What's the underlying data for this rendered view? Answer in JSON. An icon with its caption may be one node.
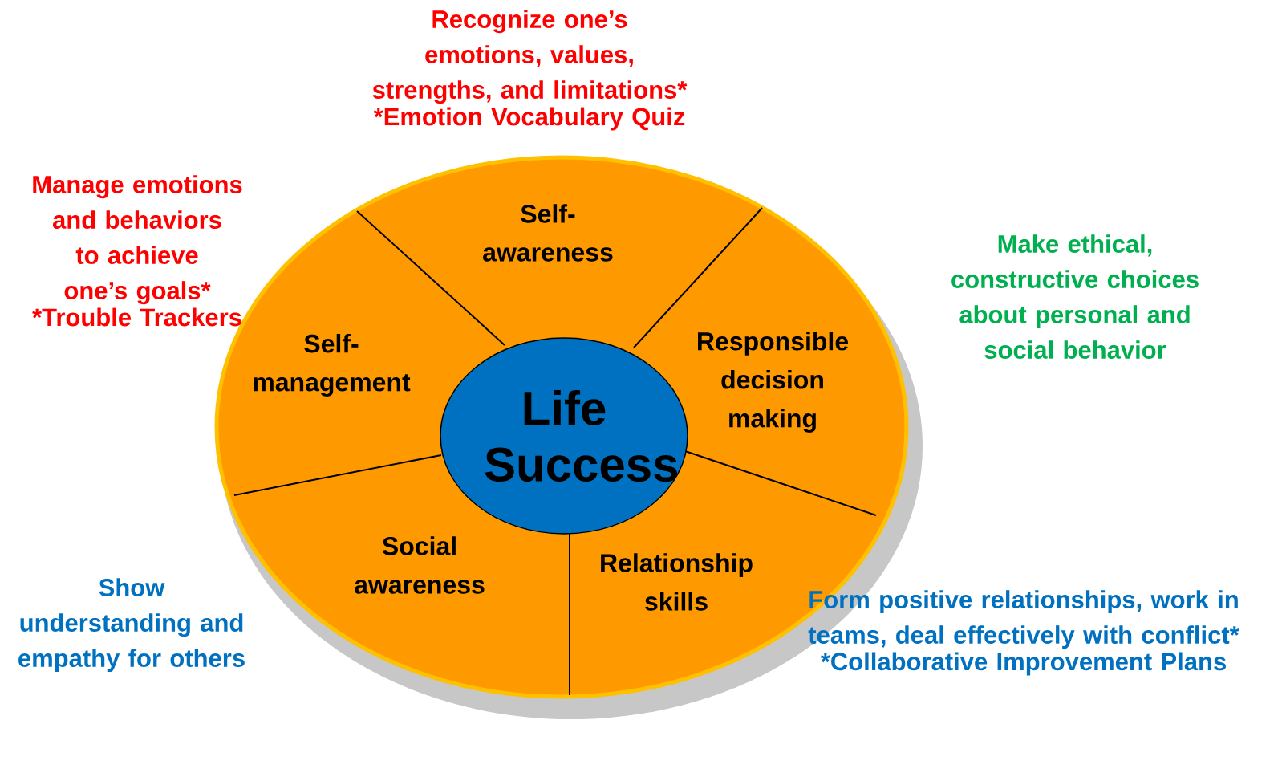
{
  "diagram": {
    "nodes": [
      {
        "text": [],
        "shape": "circle"
      },
      {
        "text": [
          "Self-awareness"
        ],
        "in": 0
      },
      {
        "text": [
          "Self-management"
        ],
        "in": 0
      },
      {
        "text": [
          "Responsible decision making"
        ],
        "in": 0
      },
      {
        "text": [
          "Life Success"
        ],
        "in": 0
      },
      {
        "text": [
          "Social awareness"
        ],
        "in": 0
      },
      {
        "text": [
          "Relationship skills"
        ],
        "in": 0
      }
    ],
    "labels": [
      "Recognize one’s emotions, values, strengths, and limitations*",
      "*Emotion Vocabulary Quiz",
      "Manage emotions and behaviors to achieve one’s goals*",
      "*Trouble Trackers",
      "Make ethical, constructive choices about personal and social behavior",
      "Show understanding and empathy for others",
      "Form positive relationships, work in teams, deal effectively with conflict*",
      "*Collaborative Improvement Plans"
    ]
  }
}
